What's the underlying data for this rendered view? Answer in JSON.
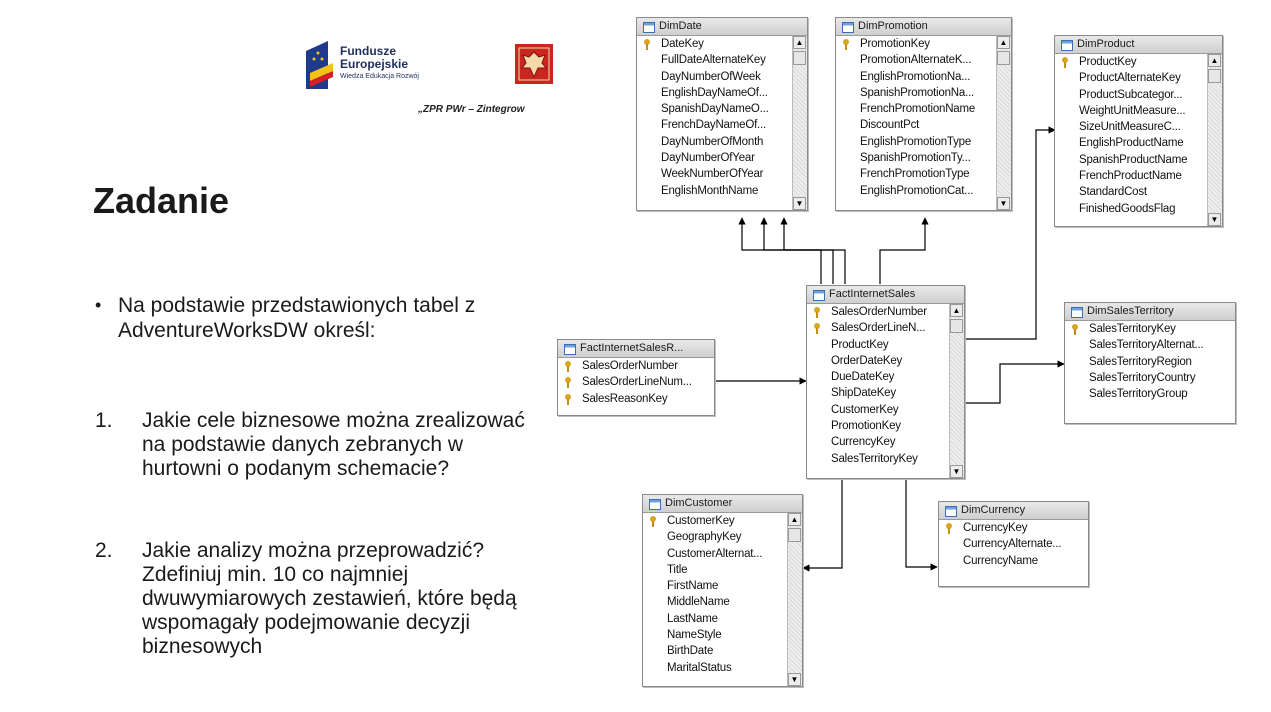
{
  "logos": {
    "eu_line1": "Fundusze",
    "eu_line2": "Europejskie",
    "eu_line3": "Wiedza Edukacja Rozwój",
    "subtitle": "„ZPR PWr – Zintegrow"
  },
  "heading": "Zadanie",
  "bullet": {
    "symbol": "•",
    "text": "Na podstawie przedstawionych tabel z AdventureWorksDW określ:"
  },
  "questions": [
    {
      "num": "1.",
      "text": "Jakie cele biznesowe można zrealizować na podstawie danych zebranych w hurtowni o podanym schemacie?"
    },
    {
      "num": "2.",
      "text": "Jakie analizy można przeprowadzić? Zdefiniuj min. 10 co najmniej dwuwymiarowych zestawień, które będą wspomagały podejmowanie decyzji biznesowych"
    }
  ],
  "tables": {
    "dimdate": {
      "title": "DimDate",
      "rows": [
        {
          "name": "DateKey",
          "key": true
        },
        {
          "name": "FullDateAlternateKey",
          "key": false
        },
        {
          "name": "DayNumberOfWeek",
          "key": false
        },
        {
          "name": "EnglishDayNameOf...",
          "key": false
        },
        {
          "name": "SpanishDayNameO...",
          "key": false
        },
        {
          "name": "FrenchDayNameOf...",
          "key": false
        },
        {
          "name": "DayNumberOfMonth",
          "key": false
        },
        {
          "name": "DayNumberOfYear",
          "key": false
        },
        {
          "name": "WeekNumberOfYear",
          "key": false
        },
        {
          "name": "EnglishMonthName",
          "key": false
        }
      ]
    },
    "dimpromotion": {
      "title": "DimPromotion",
      "rows": [
        {
          "name": "PromotionKey",
          "key": true
        },
        {
          "name": "PromotionAlternateK...",
          "key": false
        },
        {
          "name": "EnglishPromotionNa...",
          "key": false
        },
        {
          "name": "SpanishPromotionNa...",
          "key": false
        },
        {
          "name": "FrenchPromotionName",
          "key": false
        },
        {
          "name": "DiscountPct",
          "key": false
        },
        {
          "name": "EnglishPromotionType",
          "key": false
        },
        {
          "name": "SpanishPromotionTy...",
          "key": false
        },
        {
          "name": "FrenchPromotionType",
          "key": false
        },
        {
          "name": "EnglishPromotionCat...",
          "key": false
        }
      ]
    },
    "dimproduct": {
      "title": "DimProduct",
      "rows": [
        {
          "name": "ProductKey",
          "key": true
        },
        {
          "name": "ProductAlternateKey",
          "key": false
        },
        {
          "name": "ProductSubcategor...",
          "key": false
        },
        {
          "name": "WeightUnitMeasure...",
          "key": false
        },
        {
          "name": "SizeUnitMeasureC...",
          "key": false
        },
        {
          "name": "EnglishProductName",
          "key": false
        },
        {
          "name": "SpanishProductName",
          "key": false
        },
        {
          "name": "FrenchProductName",
          "key": false
        },
        {
          "name": "StandardCost",
          "key": false
        },
        {
          "name": "FinishedGoodsFlag",
          "key": false
        }
      ]
    },
    "factinternetsales": {
      "title": "FactInternetSales",
      "rows": [
        {
          "name": "SalesOrderNumber",
          "key": true
        },
        {
          "name": "SalesOrderLineN...",
          "key": true
        },
        {
          "name": "ProductKey",
          "key": false
        },
        {
          "name": "OrderDateKey",
          "key": false
        },
        {
          "name": "DueDateKey",
          "key": false
        },
        {
          "name": "ShipDateKey",
          "key": false
        },
        {
          "name": "CustomerKey",
          "key": false
        },
        {
          "name": "PromotionKey",
          "key": false
        },
        {
          "name": "CurrencyKey",
          "key": false
        },
        {
          "name": "SalesTerritoryKey",
          "key": false
        }
      ]
    },
    "factinternetsalesreason": {
      "title": "FactInternetSalesR...",
      "rows": [
        {
          "name": "SalesOrderNumber",
          "key": true
        },
        {
          "name": "SalesOrderLineNum...",
          "key": true
        },
        {
          "name": "SalesReasonKey",
          "key": true
        }
      ]
    },
    "dimsalesterritory": {
      "title": "DimSalesTerritory",
      "rows": [
        {
          "name": "SalesTerritoryKey",
          "key": true
        },
        {
          "name": "SalesTerritoryAlternat...",
          "key": false
        },
        {
          "name": "SalesTerritoryRegion",
          "key": false
        },
        {
          "name": "SalesTerritoryCountry",
          "key": false
        },
        {
          "name": "SalesTerritoryGroup",
          "key": false
        }
      ]
    },
    "dimcustomer": {
      "title": "DimCustomer",
      "rows": [
        {
          "name": "CustomerKey",
          "key": true
        },
        {
          "name": "GeographyKey",
          "key": false
        },
        {
          "name": "CustomerAlternat...",
          "key": false
        },
        {
          "name": "Title",
          "key": false
        },
        {
          "name": "FirstName",
          "key": false
        },
        {
          "name": "MiddleName",
          "key": false
        },
        {
          "name": "LastName",
          "key": false
        },
        {
          "name": "NameStyle",
          "key": false
        },
        {
          "name": "BirthDate",
          "key": false
        },
        {
          "name": "MaritalStatus",
          "key": false
        }
      ]
    },
    "dimcurrency": {
      "title": "DimCurrency",
      "rows": [
        {
          "name": "CurrencyKey",
          "key": true
        },
        {
          "name": "CurrencyAlternate...",
          "key": false
        },
        {
          "name": "CurrencyName",
          "key": false
        }
      ]
    }
  }
}
